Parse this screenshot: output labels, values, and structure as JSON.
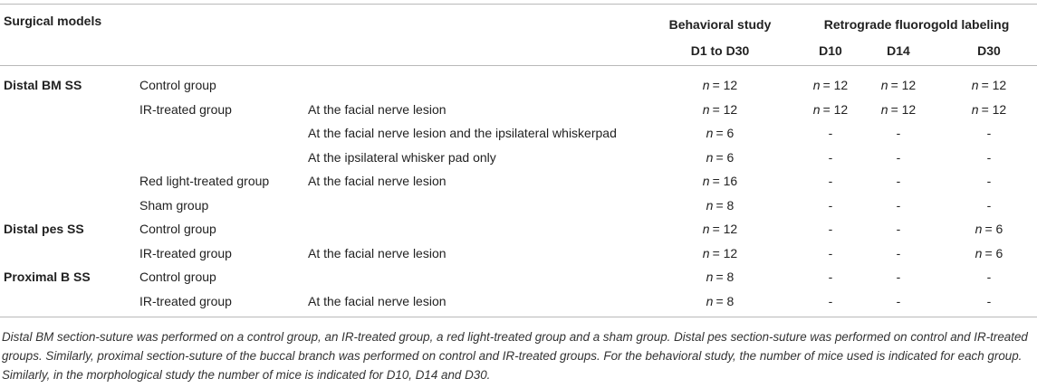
{
  "header": {
    "surgical_models": "Surgical models",
    "behavioral_study": "Behavioral study",
    "behavioral_days": "D1 to D30",
    "retrograde_labeling": "Retrograde fluorogold labeling",
    "d10": "D10",
    "d14": "D14",
    "d30": "D30"
  },
  "rows": [
    {
      "model": "Distal BM SS",
      "group": "Control group",
      "site": "",
      "behavior": "= 12",
      "d10": "= 12",
      "d14": "= 12",
      "d30": "= 12"
    },
    {
      "model": "",
      "group": "IR-treated group",
      "site": "At the facial nerve lesion",
      "behavior": "= 12",
      "d10": "= 12",
      "d14": "= 12",
      "d30": "= 12"
    },
    {
      "model": "",
      "group": "",
      "site": "At the facial nerve lesion and the ipsilateral whiskerpad",
      "behavior": "= 6",
      "d10": "-",
      "d14": "-",
      "d30": "-"
    },
    {
      "model": "",
      "group": "",
      "site": "At the ipsilateral whisker pad only",
      "behavior": "= 6",
      "d10": "-",
      "d14": "-",
      "d30": "-"
    },
    {
      "model": "",
      "group": "Red light-treated group",
      "site": "At the facial nerve lesion",
      "behavior": "= 16",
      "d10": "-",
      "d14": "-",
      "d30": "-"
    },
    {
      "model": "",
      "group": "Sham group",
      "site": "",
      "behavior": "= 8",
      "d10": "-",
      "d14": "-",
      "d30": "-"
    },
    {
      "model": "Distal pes SS",
      "group": "Control group",
      "site": "",
      "behavior": "= 12",
      "d10": "-",
      "d14": "-",
      "d30": "= 6"
    },
    {
      "model": "",
      "group": "IR-treated group",
      "site": "At the facial nerve lesion",
      "behavior": "= 12",
      "d10": "-",
      "d14": "-",
      "d30": "= 6"
    },
    {
      "model": "Proximal B SS",
      "group": "Control group",
      "site": "",
      "behavior": "= 8",
      "d10": "-",
      "d14": "-",
      "d30": "-"
    },
    {
      "model": "",
      "group": "IR-treated group",
      "site": "At the facial nerve lesion",
      "behavior": "= 8",
      "d10": "-",
      "d14": "-",
      "d30": "-"
    }
  ],
  "n_symbol": "n",
  "caption": "Distal BM section-suture was performed on a control group, an IR-treated group, a red light-treated group and a sham group. Distal pes section-suture was performed on control and IR-treated groups. Similarly, proximal section-suture of the buccal branch was performed on control and IR-treated groups. For the behavioral study, the number of mice used is indicated for each group. Similarly, in the morphological study the number of mice is indicated for D10, D14 and D30."
}
